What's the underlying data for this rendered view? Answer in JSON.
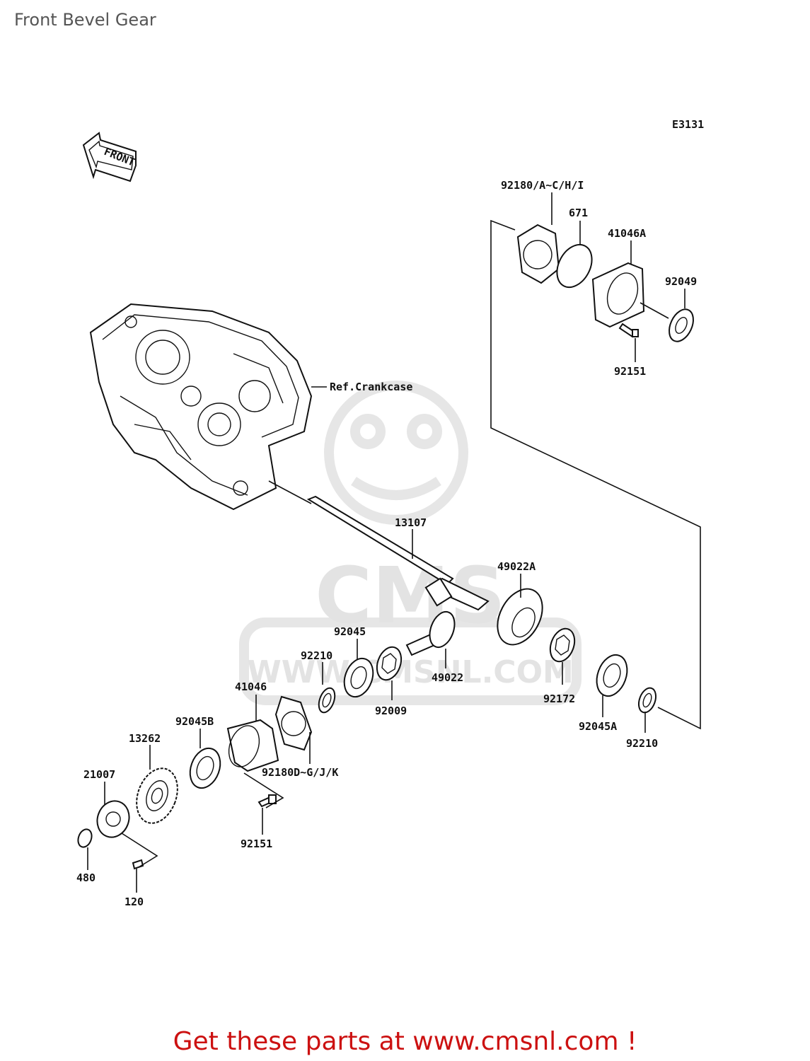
{
  "page": {
    "title": "Front Bevel Gear",
    "diagram_code": "E3131"
  },
  "watermark": {
    "text_main": "CMS",
    "text_url": "WWW.CMSNL.COM"
  },
  "front_arrow": {
    "text": "FRONT",
    "icon": "front-direction-arrow-icon"
  },
  "labels": {
    "cover_gasket_upper": "92180/A~C/H/I",
    "oring": "671",
    "housing_upper": "41046A",
    "seal_upper": "92049",
    "bolt_upper": "92151",
    "crankcase_ref": "Ref.Crankcase",
    "shaft": "13107",
    "bevel_gear_set_a": "49022A",
    "bevel_gear": "49022",
    "bearing_left": "92045",
    "oil_seal_left": "92210",
    "washer_hex": "92009",
    "washer_hex_right": "92172",
    "bearing_right": "92045A",
    "oil_seal_right": "92210",
    "housing_lower": "41046",
    "gasket_lower": "92180D~G/J/K",
    "bearing_lower": "92045B",
    "gear_lower": "13262",
    "plate": "21007",
    "circlip": "480",
    "screw": "120",
    "bolt_lower": "92151"
  },
  "footer": {
    "cta": "Get these parts at www.cmsnl.com !",
    "cta_color": "#cc1111"
  }
}
